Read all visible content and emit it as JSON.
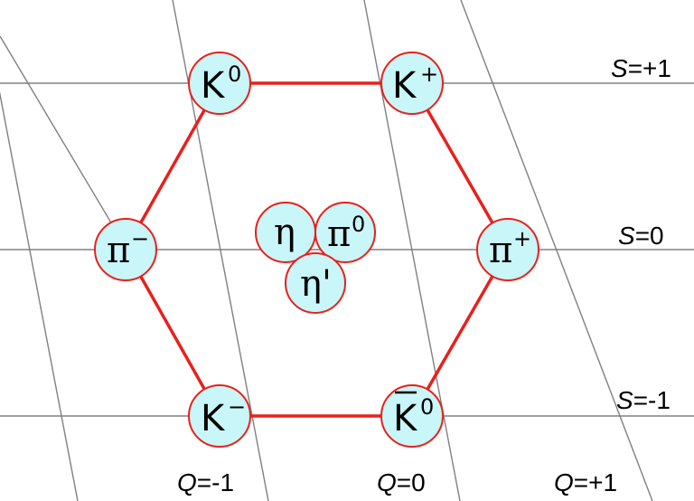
{
  "row_labels": [
    {
      "var": "S",
      "eq": "=+1"
    },
    {
      "var": "S",
      "eq": "=0"
    },
    {
      "var": "S",
      "eq": "=-1"
    }
  ],
  "column_labels": [
    {
      "var": "Q",
      "eq": "=-1"
    },
    {
      "var": "Q",
      "eq": "=0"
    },
    {
      "var": "Q",
      "eq": "=+1"
    }
  ],
  "particles": {
    "k0": {
      "symbol": "K",
      "sup": "0"
    },
    "kplus": {
      "symbol": "K",
      "sup": "+"
    },
    "piminus": {
      "symbol": "π",
      "sup": "−"
    },
    "piplus": {
      "symbol": "π",
      "sup": "+"
    },
    "kminus": {
      "symbol": "K",
      "sup": "−"
    },
    "k0bar": {
      "symbol": "K",
      "sup": "0"
    },
    "eta": {
      "symbol": "η"
    },
    "pi0": {
      "symbol": "π",
      "sup": "0"
    },
    "etaprime": {
      "symbol": "η'"
    }
  },
  "colors": {
    "hexagon": "#e8201c",
    "circle_fill": "#c9f6f8",
    "grid": "#808080"
  }
}
